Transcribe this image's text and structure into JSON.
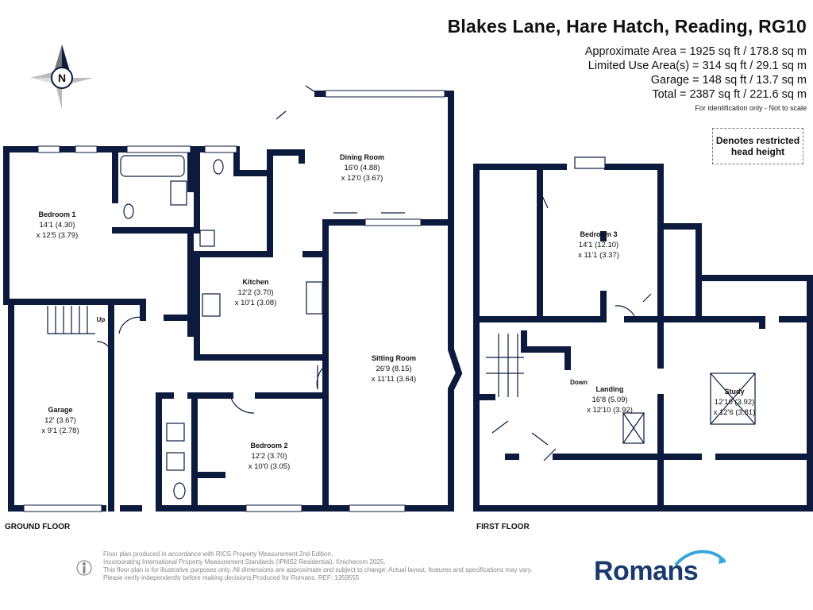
{
  "title": "Blakes Lane, Hare Hatch, Reading, RG10",
  "areas": [
    "Approximate Area = 1925 sq ft / 178.8 sq m",
    "Limited Use Area(s) = 314 sq ft / 29.1 sq m",
    "Garage = 148 sq ft / 13.7 sq m",
    "Total = 2387 sq ft / 221.6 sq m"
  ],
  "identification_note": "For identification only - Not to scale",
  "restricted_legend": "Denotes restricted head height",
  "compass_label": "N",
  "floors": {
    "ground": {
      "label": "GROUND FLOOR",
      "rooms": {
        "bedroom1": {
          "name": "Bedroom 1",
          "d1": "14'1 (4.30)",
          "d2": "x 12'5 (3.79)"
        },
        "dining": {
          "name": "Dining Room",
          "d1": "16'0 (4.88)",
          "d2": "x 12'0 (3.67)"
        },
        "kitchen": {
          "name": "Kitchen",
          "d1": "12'2 (3.70)",
          "d2": "x 10'1 (3.08)"
        },
        "sitting": {
          "name": "Sitting Room",
          "d1": "26'9 (8.15)",
          "d2": "x 11'11 (3.64)"
        },
        "garage": {
          "name": "Garage",
          "d1": "12' (3.67)",
          "d2": "x 9'1 (2.78)"
        },
        "bedroom2": {
          "name": "Bedroom 2",
          "d1": "12'2 (3.70)",
          "d2": "x 10'0 (3.05)"
        }
      },
      "stairs_label": "Up"
    },
    "first": {
      "label": "FIRST FLOOR",
      "rooms": {
        "bedroom3": {
          "name": "Bedroom 3",
          "d1": "14'1 (12.10)",
          "d2": "x 11'1 (3.37)"
        },
        "landing": {
          "name": "Landing",
          "d1": "16'8 (5.09)",
          "d2": "x 12'10 (3.92)"
        },
        "study": {
          "name": "Study",
          "d1": "12'10 (3.92)",
          "d2": "x 12'6 (3.81)"
        }
      },
      "stairs_label": "Down"
    }
  },
  "disclaimer": [
    "Floor plan produced in accordance with RICS Property Measurement 2nd Edition,",
    "Incorporating International Property Measurement Standards (IPMS2 Residential). ©nichecom 2025.",
    "This floor plan is for illustrative purposes only. All dimensions are approximate and subject to change. Actual layout, features and specifications may vary.",
    "Please verify independently before making decisions.Produced for Romans.    REF:  1359555"
  ],
  "brand": "Romans",
  "colors": {
    "wall": "#0b1a3d",
    "brand": "#1a3a6e",
    "swoosh": "#3aa7dc"
  }
}
